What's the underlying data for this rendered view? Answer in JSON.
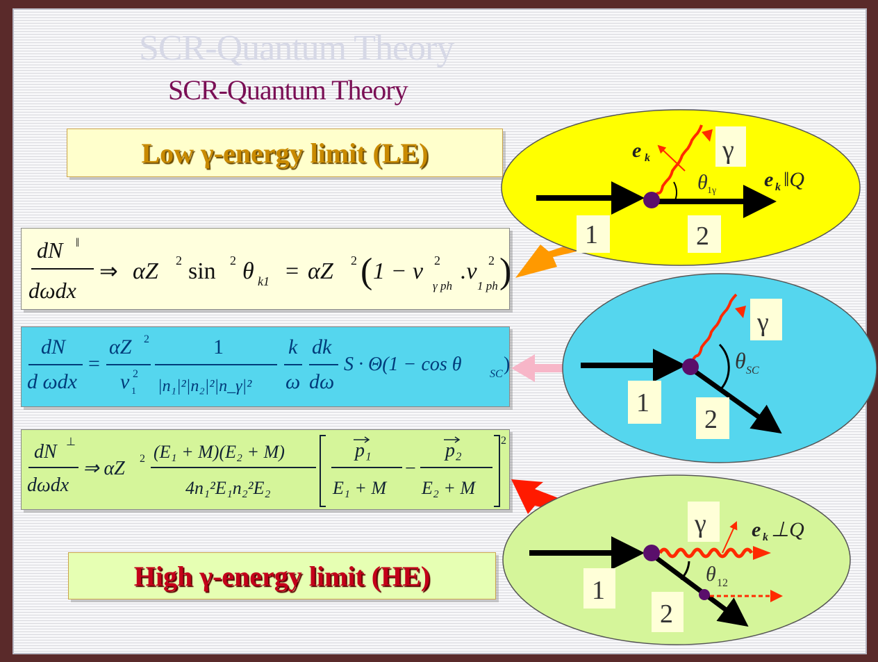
{
  "slide": {
    "title_ghost": "SCR-Quantum Theory",
    "title": "SCR-Quantum Theory",
    "low_energy_label": "Low γ-energy limit (LE)",
    "high_energy_label": "High γ-energy limit (HE)"
  },
  "diagrams": {
    "top": {
      "gamma": "γ",
      "ek": "e",
      "k_sub": "k",
      "relation": "ǁQ",
      "theta": "θ",
      "theta_sub": "1γ",
      "label_1": "1",
      "label_2": "2"
    },
    "middle": {
      "gamma": "γ",
      "theta": "θ",
      "theta_sub": "SC",
      "label_1": "1",
      "label_2": "2"
    },
    "bottom": {
      "gamma": "γ",
      "ek": "e",
      "k_sub": "k",
      "relation": "⊥Q",
      "theta": "θ",
      "theta_sub": "12",
      "label_1": "1",
      "label_2": "2"
    }
  },
  "colors": {
    "title": "#7a0f55",
    "le_text": "#c98a00",
    "he_text": "#c4001a",
    "top_ellipse": "#ffff00",
    "middle_ellipse": "#55d6ee",
    "bottom_ellipse": "#d5f59a",
    "vertex": "#5a0f6b",
    "photon": "#ff2a00"
  },
  "equations": {
    "eq1": {
      "numerator": "dN",
      "numerator_sup": "ǁ",
      "denominator": "dωdx",
      "implies": "⇒",
      "part_a": "αZ",
      "sq": "2",
      "sin": "sin",
      "theta": "θ",
      "theta_sub": "k1",
      "equals": "=",
      "one_minus": "1 − v",
      "v_gamma_sub": "γ ph",
      "dot": ".v",
      "v1_sub": "1 ph",
      "open_paren": "(",
      "close_paren": ")"
    },
    "eq2": {
      "numerator": "dN",
      "denominator": "d ωdx",
      "equals": "=",
      "frac2_num": "αZ",
      "frac2_den": "v",
      "frac2_den_sub": "1",
      "frac3_num": "1",
      "frac3_den": "|n₁|²|n₂|²|n_γ|²",
      "frac4_num": "k",
      "frac4_den": "ω",
      "frac5_num": "dk",
      "frac5_den": "dω",
      "tail": "S · Θ(1 − cos θ",
      "tail_sub": "SC",
      "tail_close": ")"
    },
    "eq3": {
      "numerator": "dN",
      "numerator_sup": "⊥",
      "denominator": "dωdx",
      "implies": "⇒ αZ",
      "sq": "2",
      "frac_num": "(E₁ + M)(E₂ + M)",
      "frac_den": "4n₁²E₁n₂²E₂",
      "p1": "p₁",
      "p1_den": "E₁ + M",
      "minus": "−",
      "p2": "p₂",
      "p2_den": "E₂ + M"
    }
  }
}
